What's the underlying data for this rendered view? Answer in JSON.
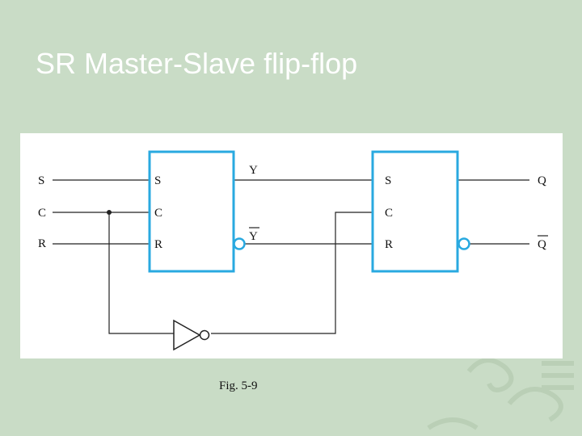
{
  "slide": {
    "title": "SR Master-Slave flip-flop"
  },
  "diagram": {
    "inputs": {
      "s": "S",
      "c": "C",
      "r": "R"
    },
    "master": {
      "s": "S",
      "c": "C",
      "r": "R"
    },
    "slave": {
      "s": "S",
      "c": "C",
      "r": "R"
    },
    "intermediate": {
      "y": "Y",
      "y_bar": "Y"
    },
    "outputs": {
      "q": "Q",
      "q_bar": "Q"
    },
    "colors": {
      "block_border": "#29a9e0",
      "wire": "#222222",
      "background": "#c9dcc6"
    }
  },
  "caption": "Fig. 5-9"
}
